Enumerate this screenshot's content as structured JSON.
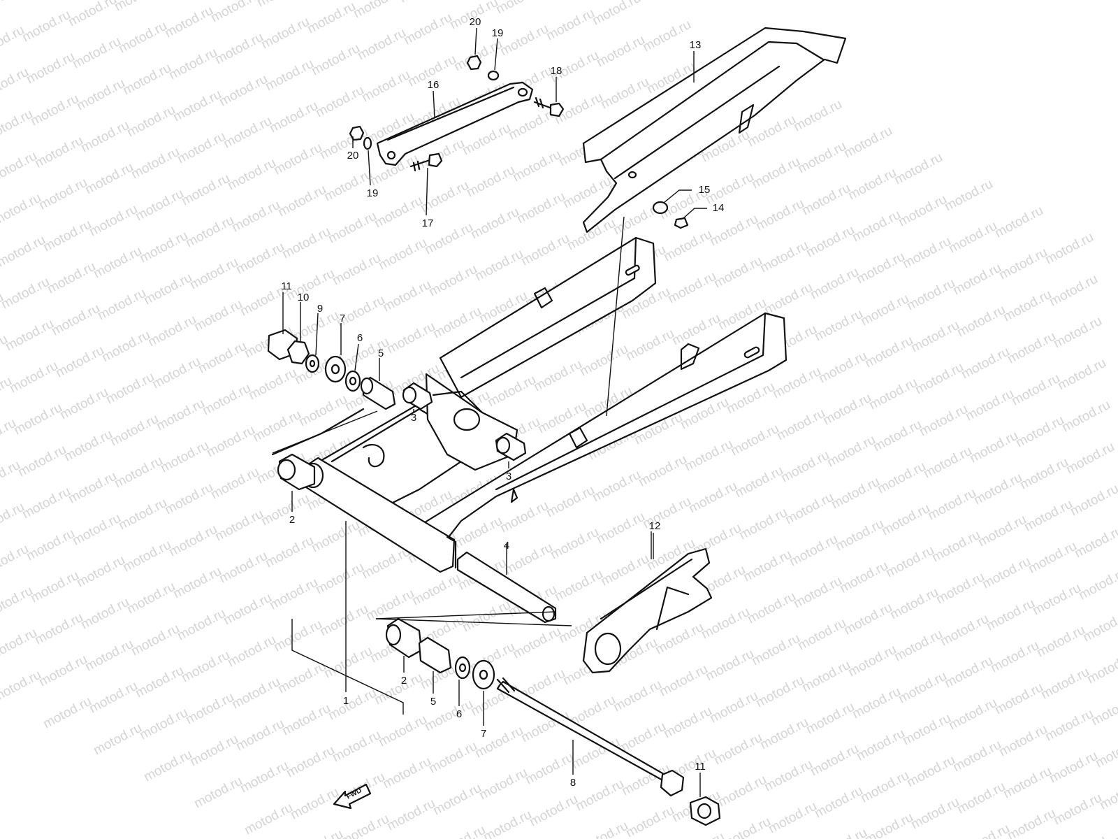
{
  "watermark": {
    "text": "motod.ru"
  },
  "direction_label": {
    "text": "FWD"
  },
  "callouts": [
    {
      "id": "c1",
      "label": "1"
    },
    {
      "id": "c2a",
      "label": "2"
    },
    {
      "id": "c2b",
      "label": "2"
    },
    {
      "id": "c3a",
      "label": "3"
    },
    {
      "id": "c3b",
      "label": "3"
    },
    {
      "id": "c4",
      "label": "4"
    },
    {
      "id": "c5a",
      "label": "5"
    },
    {
      "id": "c5b",
      "label": "5"
    },
    {
      "id": "c6a",
      "label": "6"
    },
    {
      "id": "c6b",
      "label": "6"
    },
    {
      "id": "c7a",
      "label": "7"
    },
    {
      "id": "c7b",
      "label": "7"
    },
    {
      "id": "c8",
      "label": "8"
    },
    {
      "id": "c9",
      "label": "9"
    },
    {
      "id": "c10",
      "label": "10"
    },
    {
      "id": "c11a",
      "label": "11"
    },
    {
      "id": "c11b",
      "label": "11"
    },
    {
      "id": "c12",
      "label": "12"
    },
    {
      "id": "c13",
      "label": "13"
    },
    {
      "id": "c14",
      "label": "14"
    },
    {
      "id": "c15",
      "label": "15"
    },
    {
      "id": "c16",
      "label": "16"
    },
    {
      "id": "c17",
      "label": "17"
    },
    {
      "id": "c18",
      "label": "18"
    },
    {
      "id": "c19a",
      "label": "19"
    },
    {
      "id": "c19b",
      "label": "19"
    },
    {
      "id": "c20a",
      "label": "20"
    },
    {
      "id": "c20b",
      "label": "20"
    }
  ]
}
